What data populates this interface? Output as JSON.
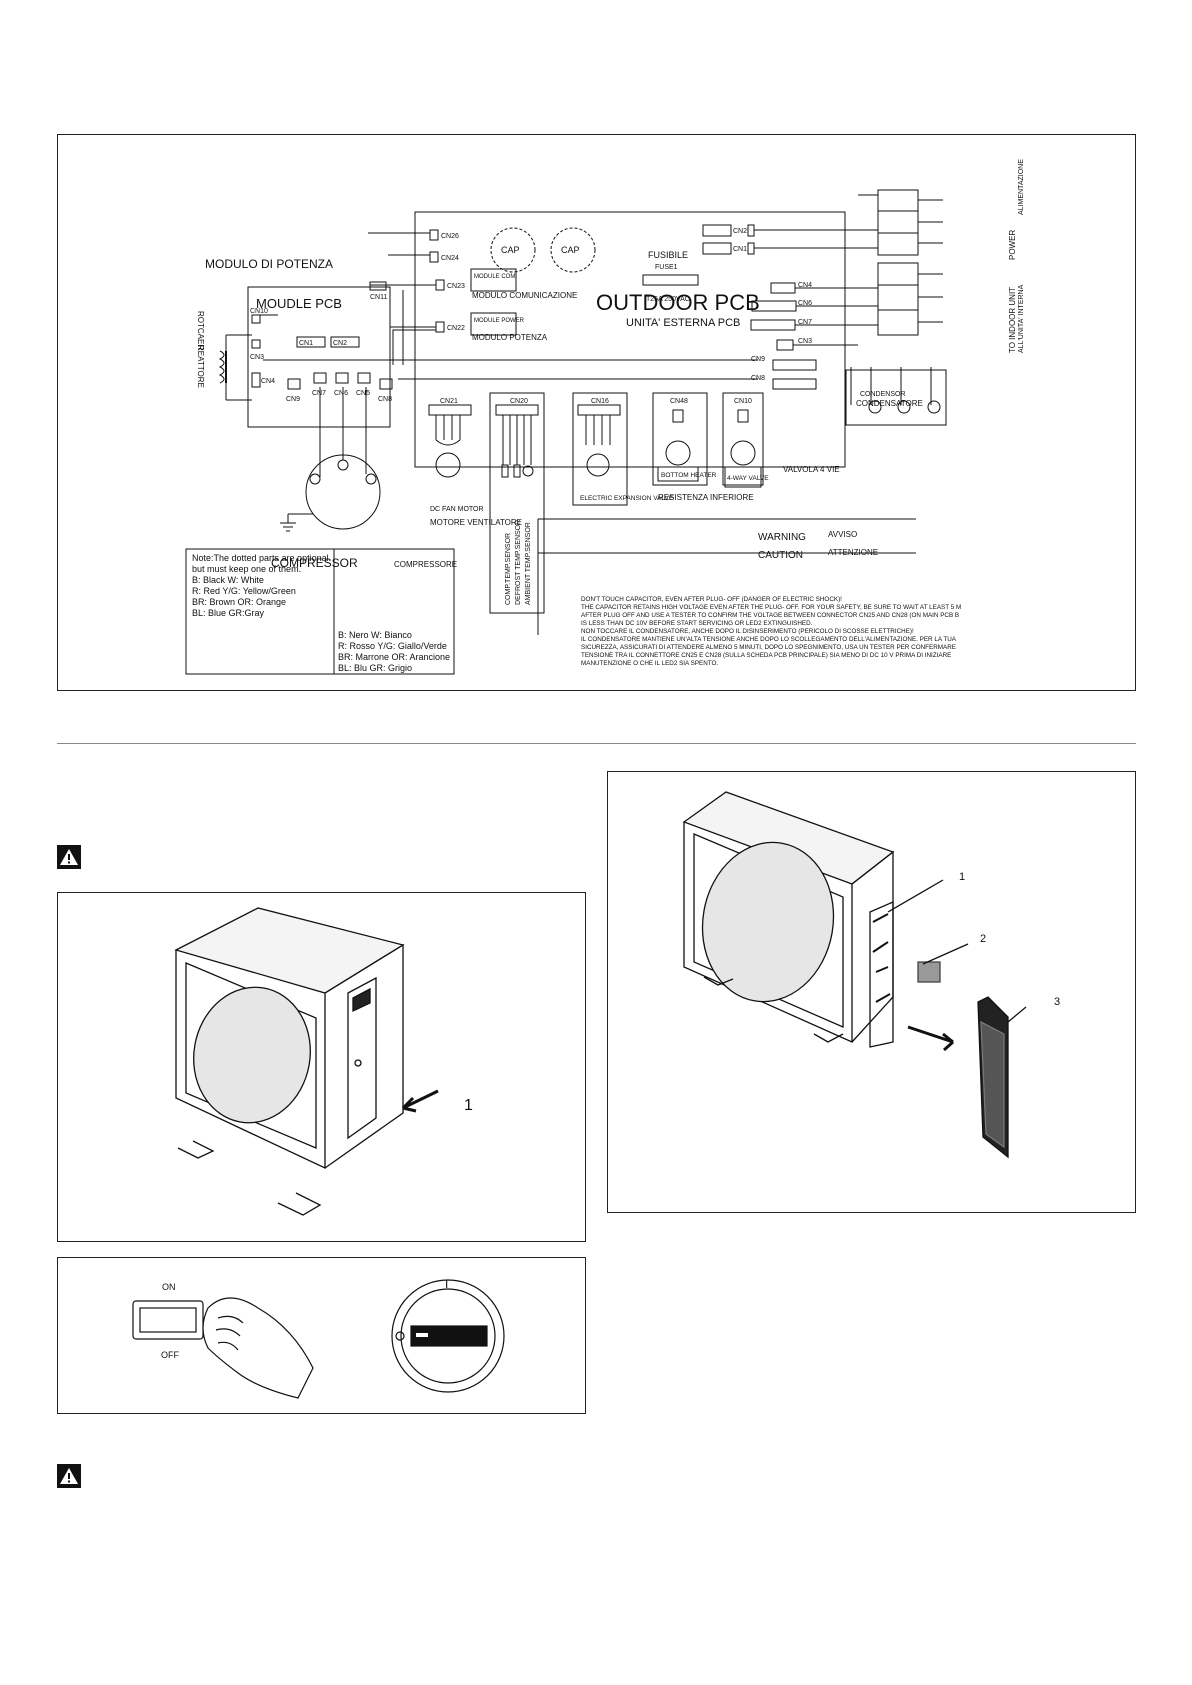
{
  "diagram": {
    "pcb_title": "OUTDOOR PCB",
    "pcb_subtitle": "UNITA' ESTERNA PCB",
    "module_title_it": "MODULO DI POTENZA",
    "module_title": "MOUDLE PCB",
    "module_com": "MODULE COM",
    "module_com_it": "MODULO COMUNICAZIONE",
    "module_power": "MODULE POWER",
    "module_power_it": "MODULO POTENZA",
    "fuse_title": "FUSIBILE",
    "fuse_name": "FUSE1",
    "fuse_rating": "T25A 250VAC",
    "cap": "CAP",
    "reactor": "ROTCAER",
    "reactor_it": "REATTORE",
    "compressor": "COMPRESSOR",
    "compressor_it": "COMPRESSORE",
    "motor_en": "DC FAN MOTOR",
    "motor_it": "MOTORE VENTILATORE",
    "exp_valve": "ELECTRIC EXPANSION VALVE",
    "heater": "BOTTOM HEATER",
    "heater_it": "RESISTENZA INFERIORE",
    "valve4": "4-WAY VALVE",
    "valve4_it": "VALVOLA 4 VIE",
    "condensor": "CONDENSOR",
    "condensor_it": "CONDENSATORE",
    "power": "POWER",
    "power_it": "ALIMENTAZIONE",
    "indoor": "TO INDOOR UNIT",
    "indoor_it": "ALL'UNITA' INTERNA",
    "sensors": [
      "COMP.TEMP.SENSOR",
      "DEFROST TEMP.SENSOR",
      "AMBIENT TEMP.SENSOR"
    ],
    "cn": [
      "CN26",
      "CN24",
      "CN23",
      "CN22",
      "CN11",
      "CN10",
      "CN1",
      "CN2",
      "CN3",
      "CN4",
      "CN9",
      "CN7",
      "CN6",
      "CN5",
      "CN8",
      "CN21",
      "CN20",
      "CN16",
      "CN48",
      "CN10",
      "CN2",
      "CN1",
      "CN4",
      "CN6",
      "CN7",
      "CN3",
      "CN9",
      "CN8"
    ],
    "warning": "WARNING",
    "warning_it": "AVVISO",
    "caution": "CAUTION",
    "caution_it": "ATTENZIONE",
    "warning_lines": [
      "DON'T TOUCH CAPACITOR, EVEN AFTER PLUG- OFF (DANGER OF ELECTRIC SHOCK)!",
      "THE CAPACITOR RETAINS HIGH VOLTAGE EVEN AFTER THE PLUG- OFF. FOR YOUR SAFETY, BE SURE TO WAIT AT LEAST 5 M",
      "AFTER PLUG OFF AND USE A TESTER TO CONFIRM THE VOLTAGE BETWEEN CONNECTOR CN25 AND CN28 (ON MAIN PCB B",
      "IS LESS THAN DC 10V BEFORE START SERVICING OR LED2 EXTINGUISHED.",
      "NON TOCCARE IL CONDENSATORE, ANCHE DOPO IL DISINSERIMENTO (PERICOLO DI SCOSSE ELETTRICHE)!",
      "IL CONDENSATORE MANTIENE UN'ALTA TENSIONE ANCHE DOPO LO SCOLLEGAMENTO DELL'ALIMENTAZIONE. PER LA TUA",
      "SICUREZZA, ASSICURATI DI ATTENDERE ALMENO 5 MINUTI, DOPO LO SPEGNIMENTO, USA UN TESTER PER CONFERMARE",
      "TENSIONE TRA IL CONNETTORE CN25 E CN28 (SULLA SCHEDA PCB PRINCIPALE) SIA MENO DI DC 10 V PRIMA DI INIZIARE",
      "MANUTENZIONE O CHE IL LED2 SIA SPENTO."
    ],
    "note_lines": [
      "Note:The dotted parts are optional.",
      "but must keep one of them.",
      "B: Black      W: White",
      "R: Red        Y/G: Yellow/Green",
      "BR: Brown    OR: Orange",
      "BL: Blue      GR:Gray"
    ],
    "note_it_lines": [
      "B: Nero          W: Bianco",
      "R: Rosso         Y/G: Giallo/Verde",
      "BR: Marrone  OR: Arancione",
      "BL: Blu            GR: Grigio"
    ]
  },
  "figures": {
    "unit_callout": "1",
    "switch_on": "ON",
    "switch_off": "OFF",
    "rotary_on": "I",
    "rotary_off": "O",
    "exploded_callouts": [
      "1",
      "2",
      "3"
    ]
  }
}
